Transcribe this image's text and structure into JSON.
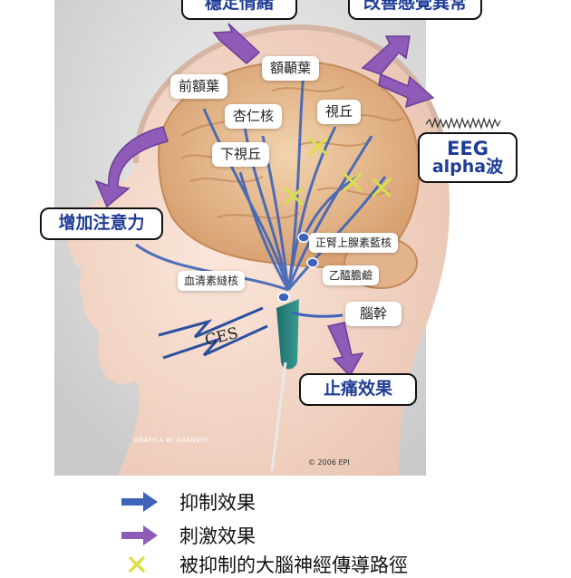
{
  "labels": {
    "emotion": "穩定情緒",
    "sensory": "改善感覺異常",
    "temporal": "額顳葉",
    "frontal": "前額葉",
    "amygdala": "杏仁核",
    "thalamus": "視丘",
    "hypothalamus": "下視丘",
    "eeg_line1": "EEG",
    "eeg_line2": "alpha波",
    "attention": "增加注意力",
    "locus": "正腎上腺素藍核",
    "raphe": "血清素縫核",
    "acetylcholine": "乙醯膽鹼",
    "brainstem": "腦幹",
    "ces": "CES",
    "analgesia": "止痛效果"
  },
  "credits": {
    "artist": "GRAFICA BY GAENESY",
    "copyright": "© 2006 EPI"
  },
  "legend": [
    {
      "icon": "blue-arrow-icon",
      "text": "抑制效果"
    },
    {
      "icon": "purple-arrow-icon",
      "text": "刺激效果"
    },
    {
      "icon": "yellow-cross-icon",
      "text": "被抑制的大腦神經傳導路徑"
    }
  ],
  "colors": {
    "inhibit": "#3d63b8",
    "stimulate": "#8e5bb8",
    "blocked": "#d8e04a",
    "title_text": "#1f3d96"
  }
}
